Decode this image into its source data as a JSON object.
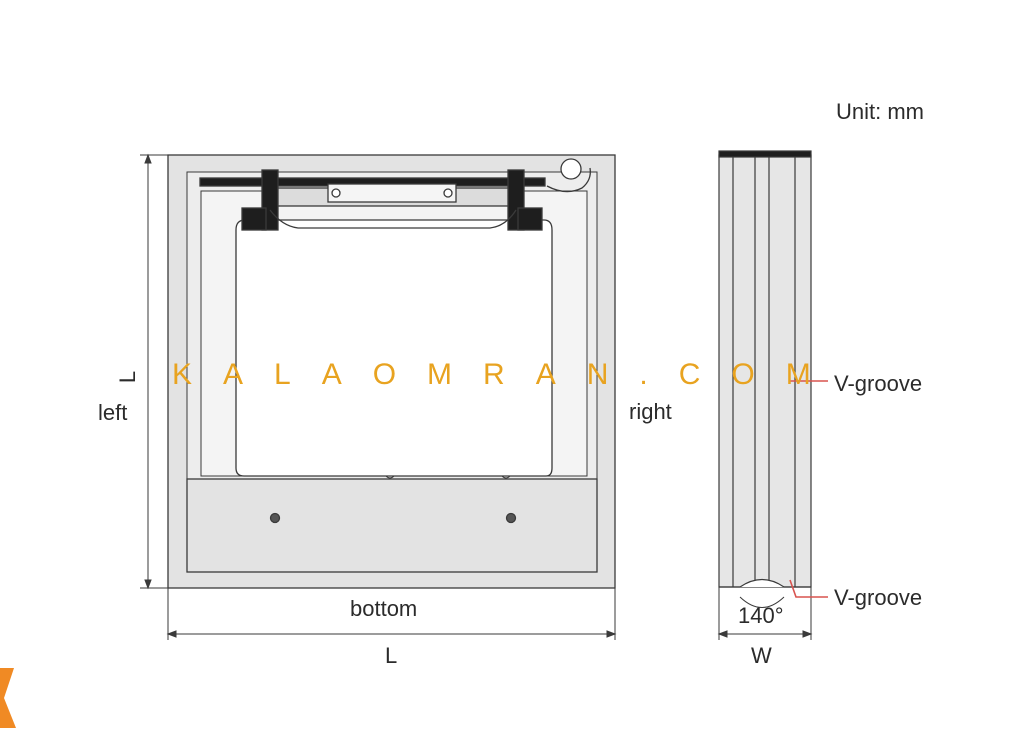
{
  "unit_label": "Unit: mm",
  "labels": {
    "left": "left",
    "right": "right",
    "bottom": "bottom",
    "length_bottom": "L",
    "length_side": "L",
    "width": "W",
    "angle": "140°",
    "vgroove_top": "V-groove",
    "vgroove_bottom": "V-groove"
  },
  "watermark": "KALAOMRAN.COM",
  "colors": {
    "stroke": "#3a3a3a",
    "fill_light": "#e3e3e3",
    "fill_dark": "#1e1e1e",
    "leader": "#d9534f",
    "watermark": "#e8a320",
    "logo": "#f08a24"
  }
}
